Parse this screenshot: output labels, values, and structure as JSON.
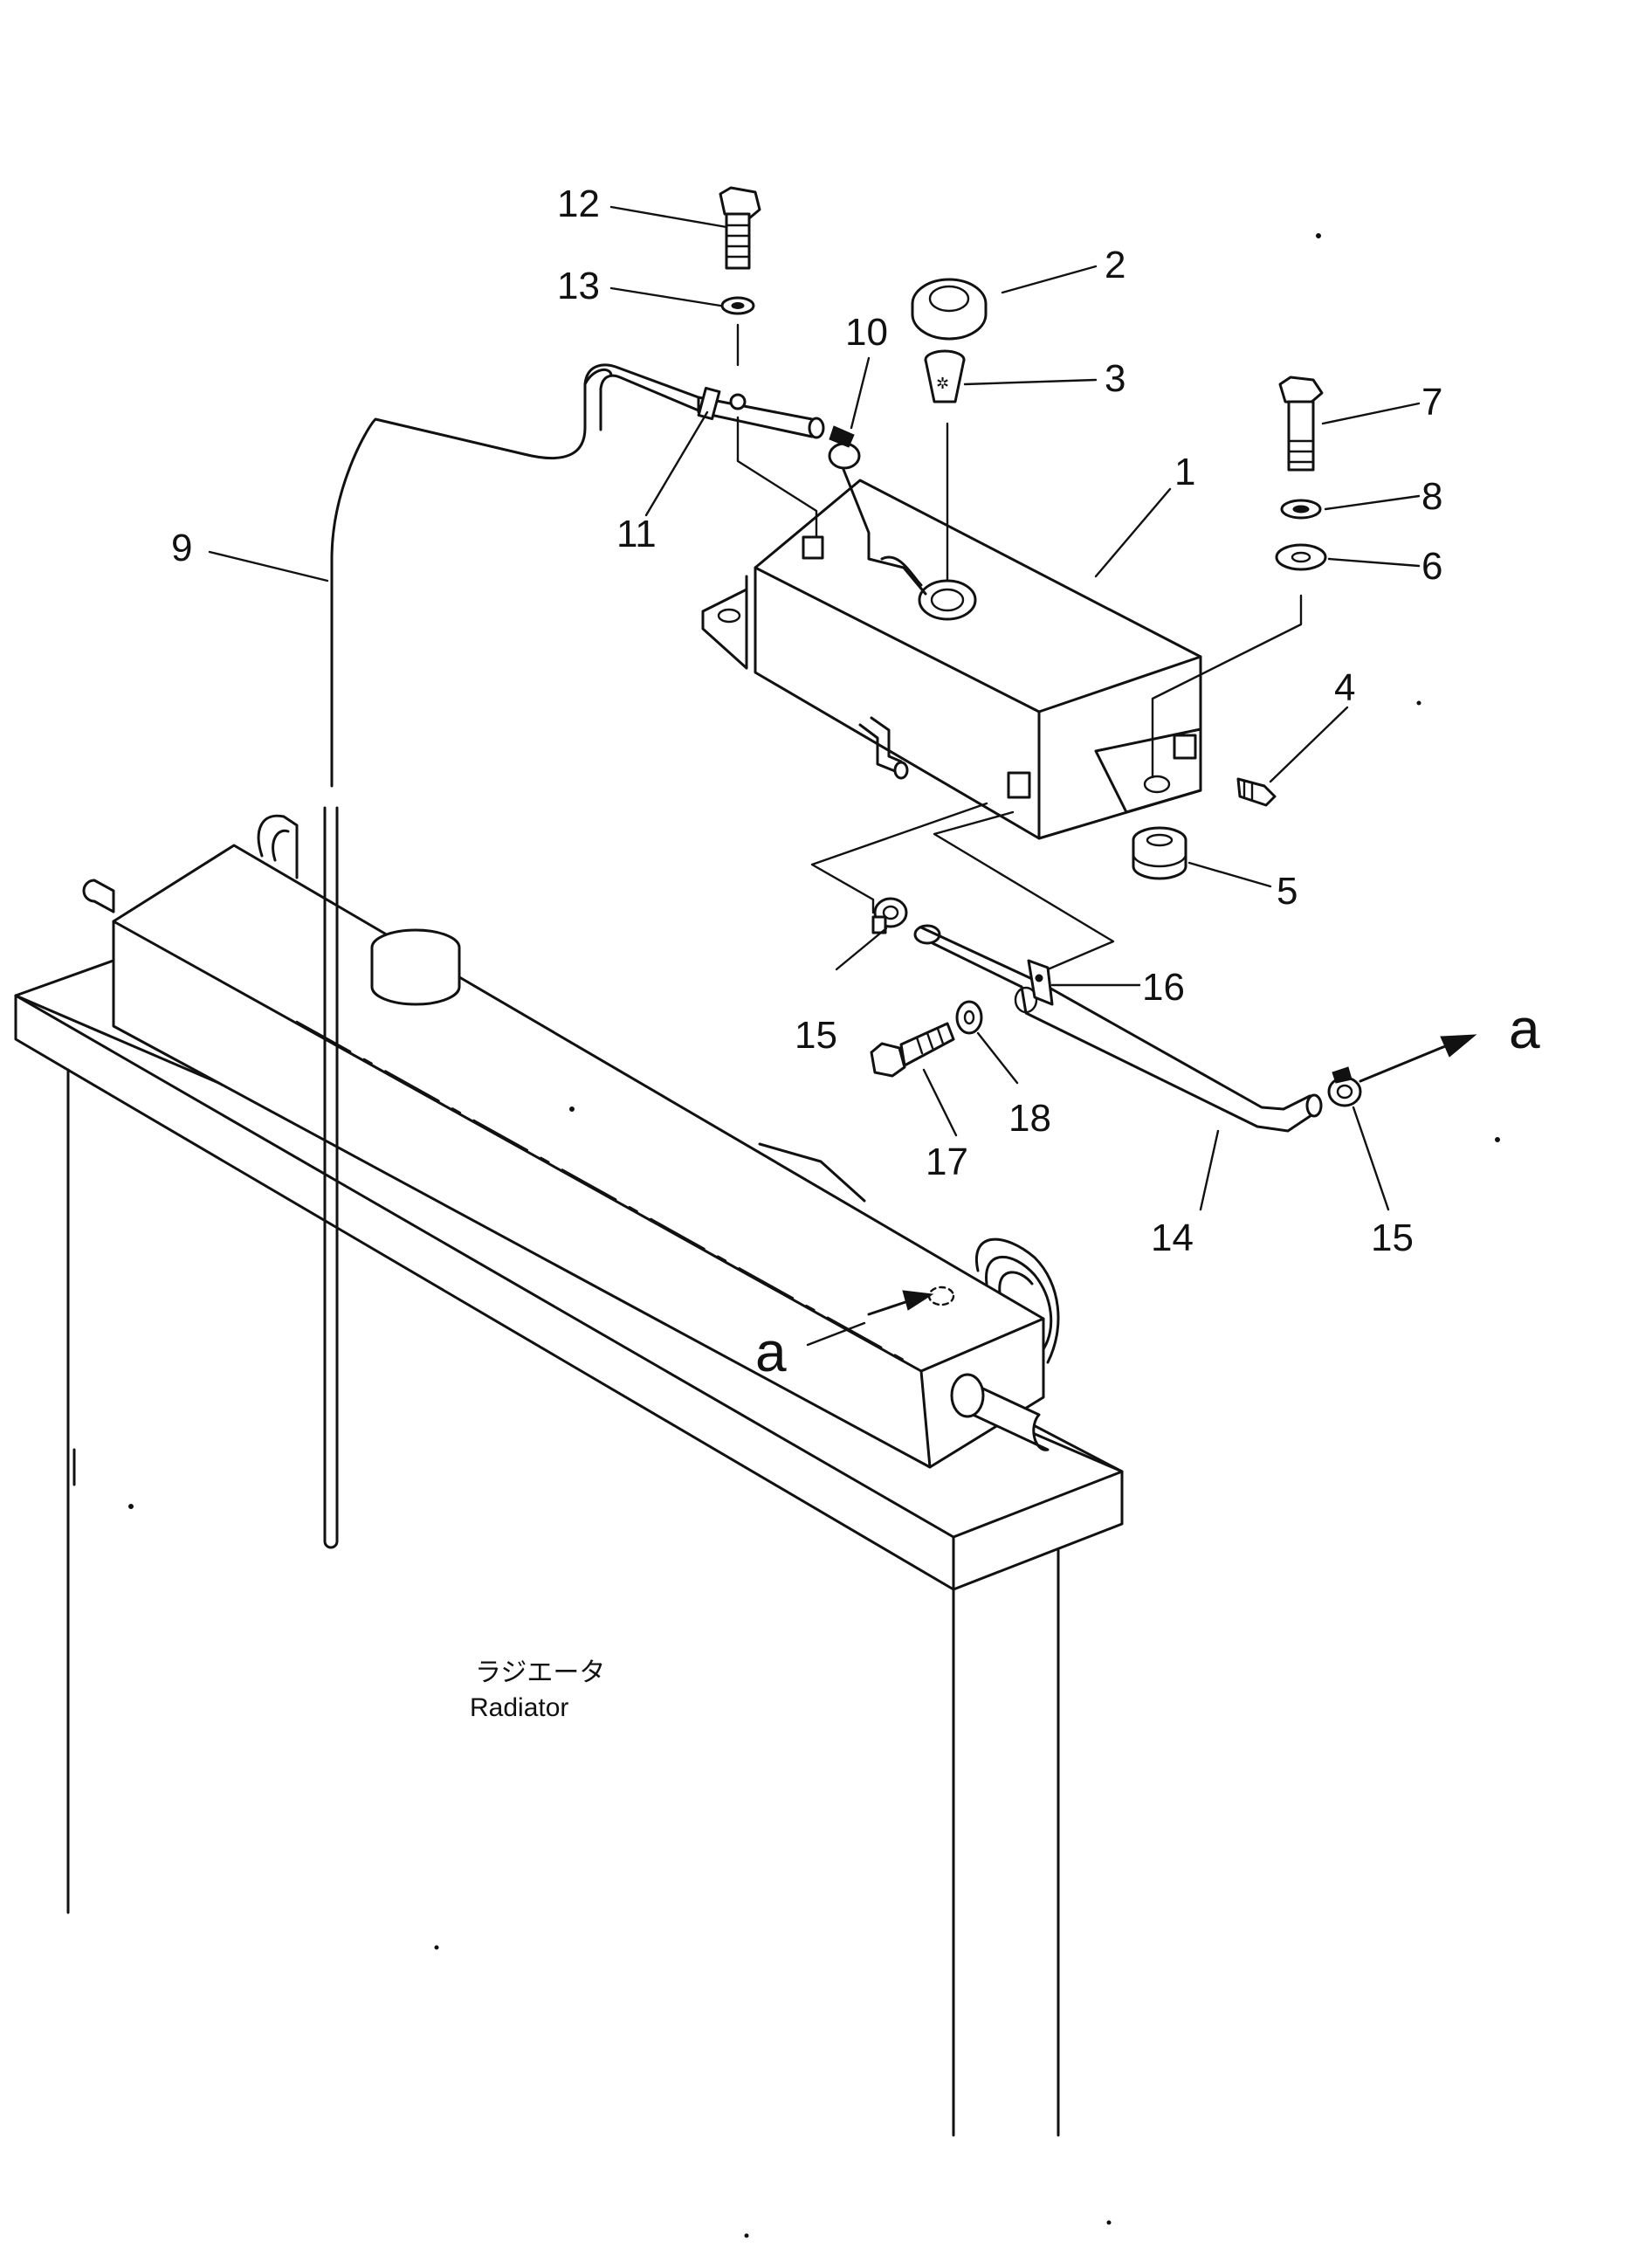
{
  "part_labels": [
    "1",
    "2",
    "3",
    "4",
    "5",
    "6",
    "7",
    "8",
    "9",
    "10",
    "11",
    "12",
    "13",
    "14",
    "15",
    "15",
    "16",
    "17",
    "18"
  ],
  "view_markers": {
    "arrow_out": "a",
    "arrow_in": "a"
  },
  "caption": {
    "ja": "ラジエータ",
    "en": "Radiator"
  }
}
